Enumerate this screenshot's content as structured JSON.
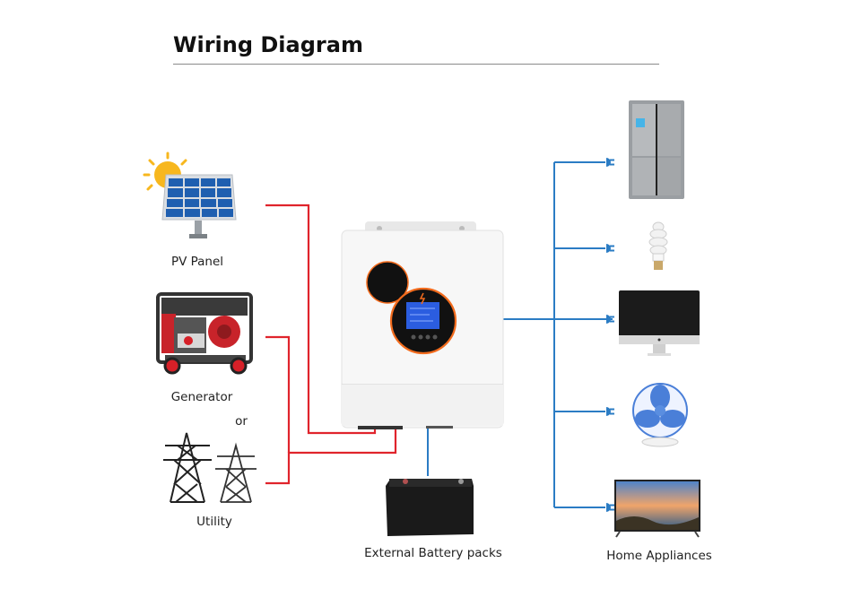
{
  "title": "Wiring Diagram",
  "sources": {
    "pv_panel": "PV Panel",
    "generator": "Generator",
    "or": "or",
    "utility": "Utility"
  },
  "battery": "External Battery packs",
  "loads": {
    "label": "Home Appliances",
    "items": [
      "refrigerator",
      "light bulb",
      "computer monitor",
      "desk fan",
      "television"
    ]
  },
  "colors": {
    "ac_input_wire": "#e0242c",
    "output_wire": "#2b7cc4",
    "inverter_accent": "#f26b1d",
    "lcd": "#2b5de0"
  }
}
